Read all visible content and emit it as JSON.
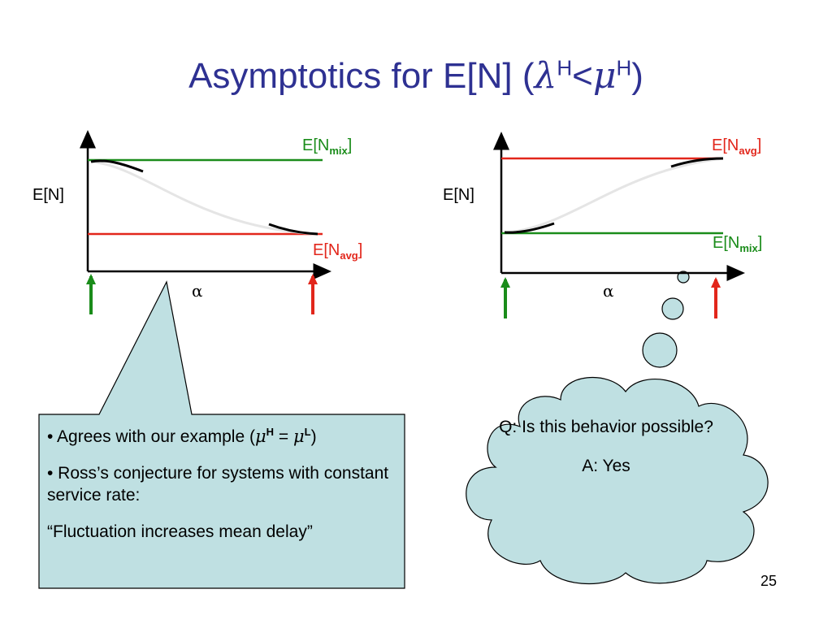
{
  "slide": {
    "title_prefix": "Asymptotics for E[N] (",
    "title_lambda": "λ",
    "title_sup1": "H",
    "title_lt": "<",
    "title_mu": "μ",
    "title_sup2": "H",
    "title_suffix": ")",
    "page_number": "25"
  },
  "left_plot": {
    "ylabel": "E[N]",
    "xlabel": "α",
    "top_label_main": "E[N",
    "top_label_sub": "mix",
    "top_label_close": "]",
    "bottom_label_main": "E[N",
    "bottom_label_sub": "avg",
    "bottom_label_close": "]"
  },
  "right_plot": {
    "ylabel": "E[N]",
    "xlabel": "α",
    "top_label_main": "E[N",
    "top_label_sub": "avg",
    "top_label_close": "]",
    "bottom_label_main": "E[N",
    "bottom_label_sub": "mix",
    "bottom_label_close": "]"
  },
  "callout": {
    "item1_prefix": "• Agrees with our example (",
    "item1_mu1": "μ",
    "item1_sup1": "H",
    "item1_eq": " = ",
    "item1_mu2": "μ",
    "item1_sup2": "L",
    "item1_suffix": ")",
    "item2": "• Ross’s conjecture for systems with constant service rate:",
    "item3": "“Fluctuation increases mean delay”"
  },
  "thought": {
    "question": "Q: Is this behavior possible?",
    "answer": "A: Yes"
  },
  "colors": {
    "title": "#2e3192",
    "green": "#1a8c1a",
    "red": "#e2261b",
    "fill": "#bfe0e2"
  }
}
